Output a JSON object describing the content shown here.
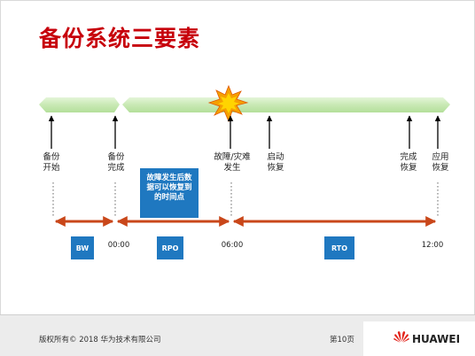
{
  "title": "备份系统三要素",
  "events": {
    "backup_start": "备份\n开始",
    "backup_done": "备份\n完成",
    "disaster": "故障/灾难\n发生",
    "recovery_start": "启动\n恢复",
    "recovery_done": "完成\n恢复",
    "app_recovery": "应用\n恢复"
  },
  "rpo_note": "故障发生后数\n据可以恢复到\n的时间点",
  "metrics": {
    "bw": "BW",
    "rpo": "RPO",
    "rto": "RTO"
  },
  "times": {
    "t0": "00:00",
    "t1": "06:00",
    "t2": "12:00"
  },
  "footer": {
    "copyright": "版权所有© 2018 华为技术有限公司",
    "page": "第10页",
    "brand": "HUAWEI"
  },
  "colors": {
    "title": "#c7000b",
    "timeline_fill": "#c8e9b4",
    "arrow": "#c9471a",
    "box": "#1f78c0",
    "burst_outer": "#f5a000",
    "burst_inner": "#ffd400",
    "logo": "#e2231a"
  },
  "icons": {
    "disaster": "explosion-burst-icon",
    "logo": "huawei-logo-icon"
  }
}
